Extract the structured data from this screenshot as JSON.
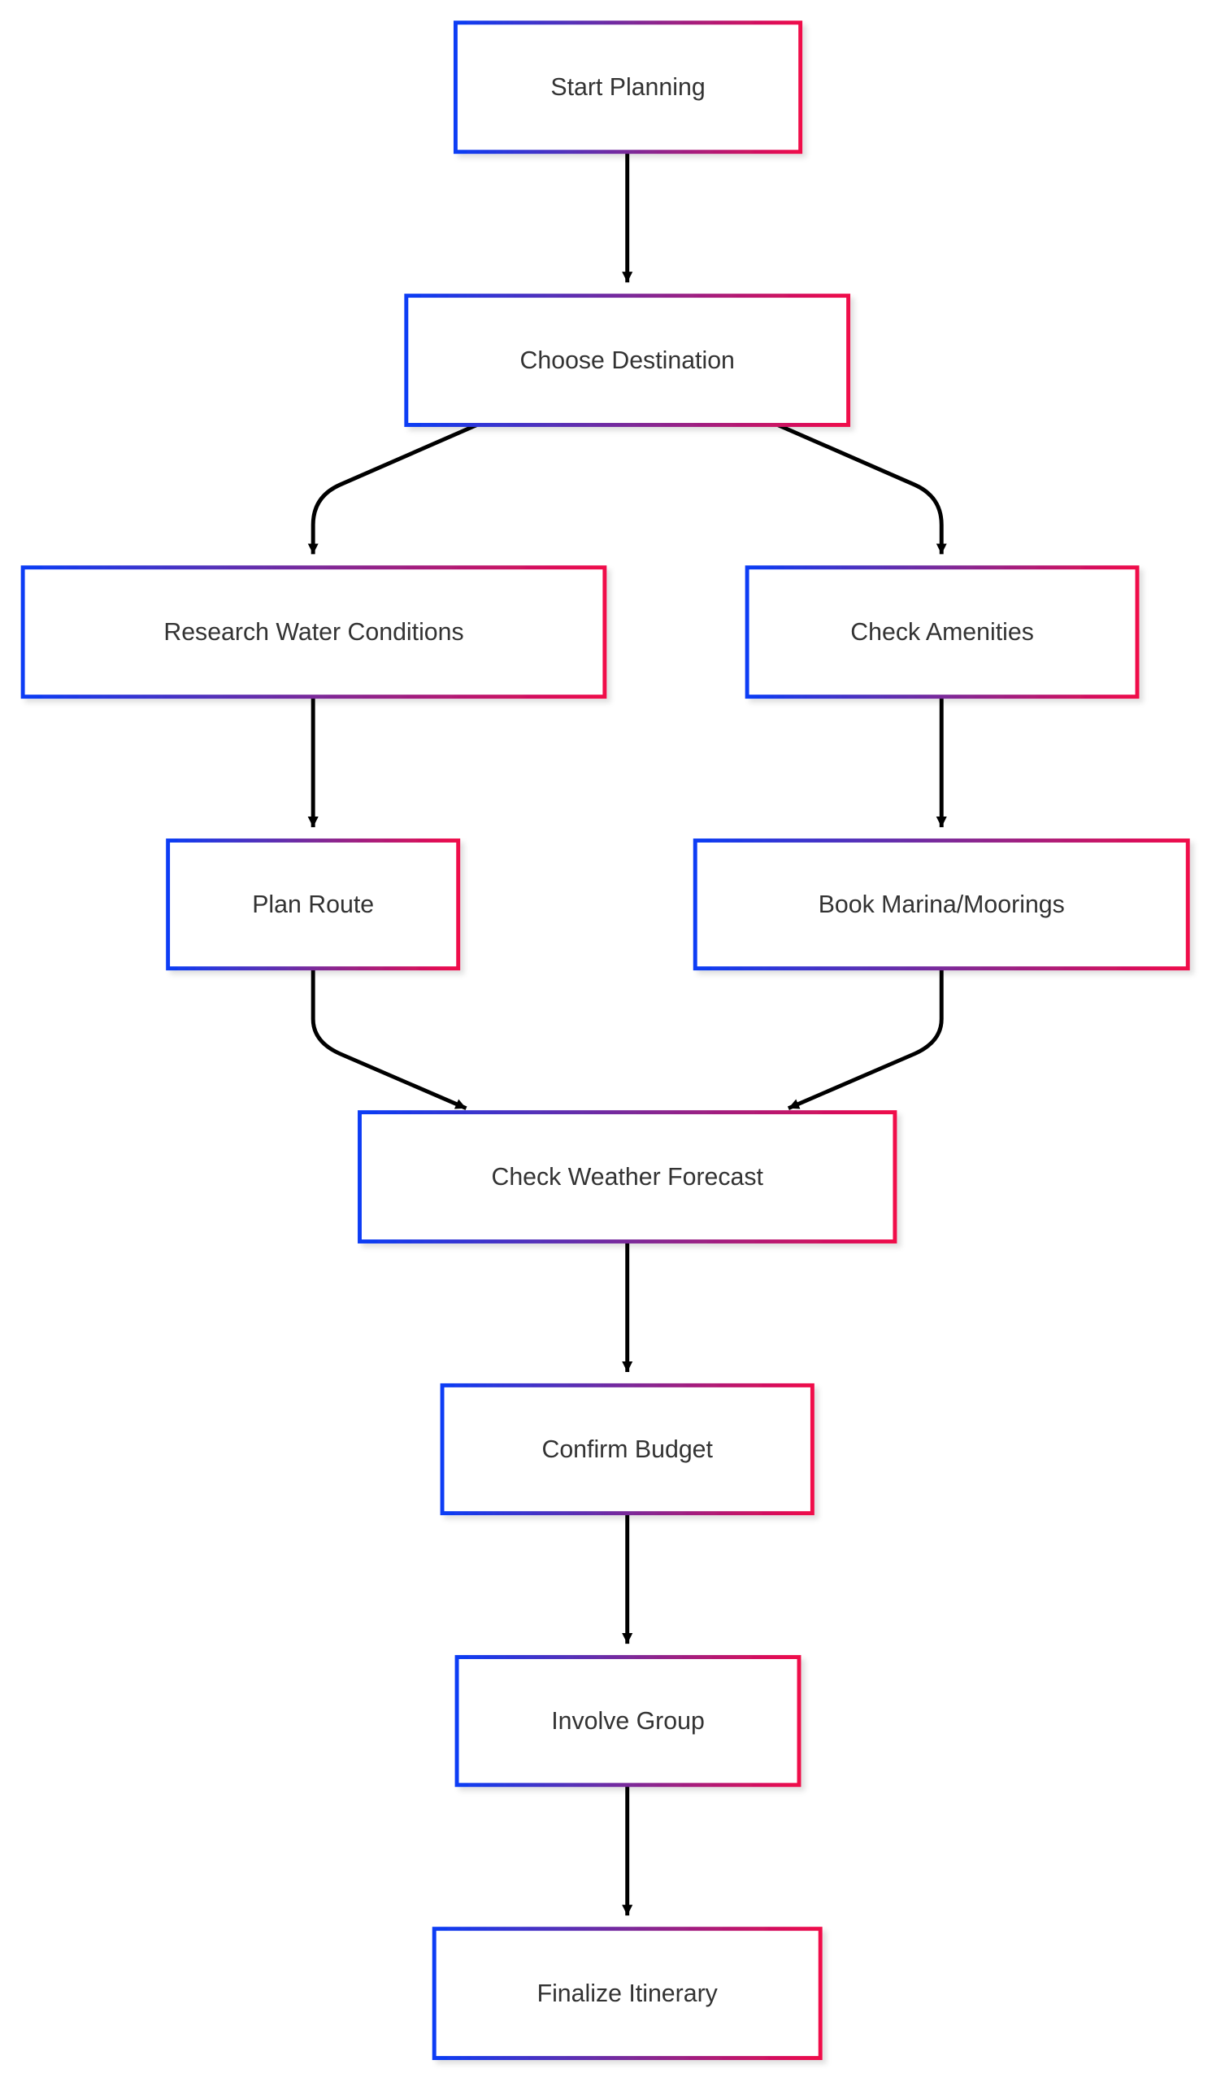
{
  "diagram": {
    "type": "flowchart",
    "colors": {
      "gradient_start": "#0a3cf5",
      "gradient_mid": "#7a2a9a",
      "gradient_end": "#f0084a",
      "edge": "#000000",
      "text": "#333333"
    },
    "nodes": [
      {
        "id": "start",
        "label": "Start Planning"
      },
      {
        "id": "dest",
        "label": "Choose Destination"
      },
      {
        "id": "water",
        "label": "Research Water Conditions"
      },
      {
        "id": "amen",
        "label": "Check Amenities"
      },
      {
        "id": "route",
        "label": "Plan Route"
      },
      {
        "id": "marina",
        "label": "Book Marina/Moorings"
      },
      {
        "id": "weather",
        "label": "Check Weather Forecast"
      },
      {
        "id": "budget",
        "label": "Confirm Budget"
      },
      {
        "id": "group",
        "label": "Involve Group"
      },
      {
        "id": "final",
        "label": "Finalize Itinerary"
      }
    ],
    "edges": [
      {
        "from": "start",
        "to": "dest"
      },
      {
        "from": "dest",
        "to": "water"
      },
      {
        "from": "dest",
        "to": "amen"
      },
      {
        "from": "water",
        "to": "route"
      },
      {
        "from": "amen",
        "to": "marina"
      },
      {
        "from": "route",
        "to": "weather"
      },
      {
        "from": "marina",
        "to": "weather"
      },
      {
        "from": "weather",
        "to": "budget"
      },
      {
        "from": "budget",
        "to": "group"
      },
      {
        "from": "group",
        "to": "final"
      }
    ]
  }
}
